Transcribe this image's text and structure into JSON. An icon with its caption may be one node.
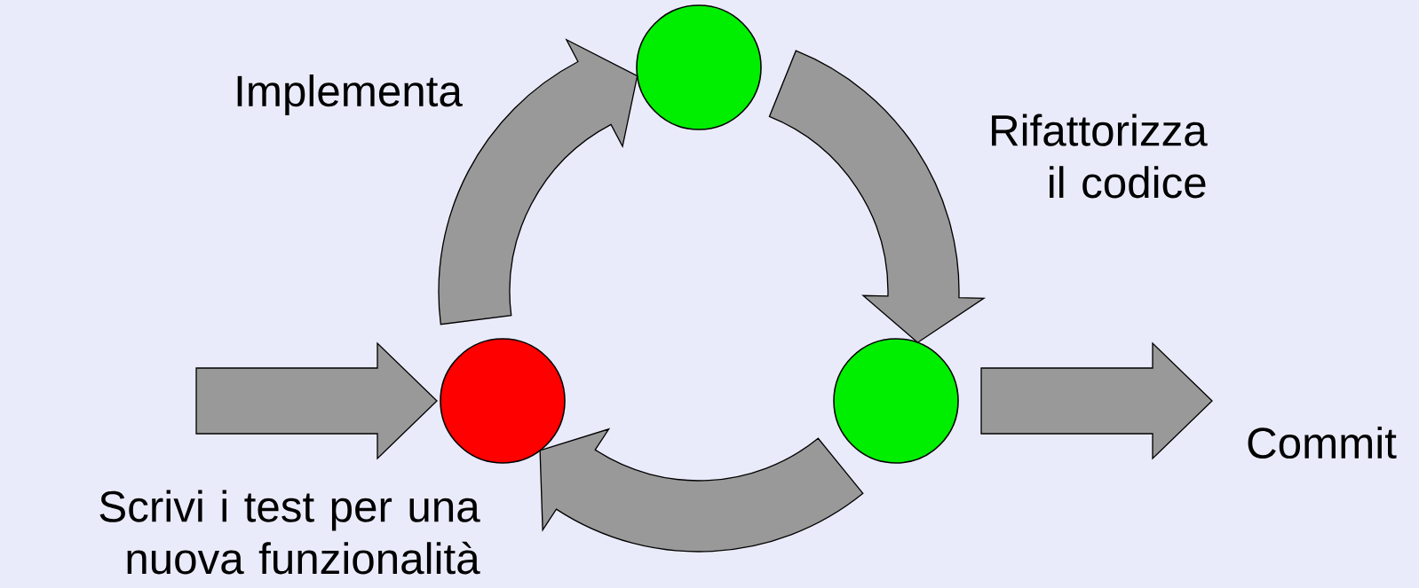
{
  "diagram": {
    "nodes": [
      {
        "text": [],
        "shape": "circle",
        "beside": [
          "Scrivi i test per una nuova funzionalità"
        ]
      },
      {
        "text": [],
        "shape": "circle",
        "beside": [
          "Implementa"
        ]
      },
      {
        "text": [],
        "shape": "circle",
        "beside": [
          "Rifattorizza il codice"
        ]
      }
    ],
    "edges": [
      {
        "from": null,
        "to": 0,
        "arrow": "to"
      },
      {
        "from": 0,
        "to": 1,
        "arrow": "to"
      },
      {
        "from": 1,
        "to": 2,
        "arrow": "to"
      },
      {
        "from": 2,
        "to": 0,
        "arrow": "to"
      },
      {
        "from": 2,
        "to": null,
        "arrow": "to"
      }
    ],
    "labels": [
      "Commit"
    ]
  }
}
